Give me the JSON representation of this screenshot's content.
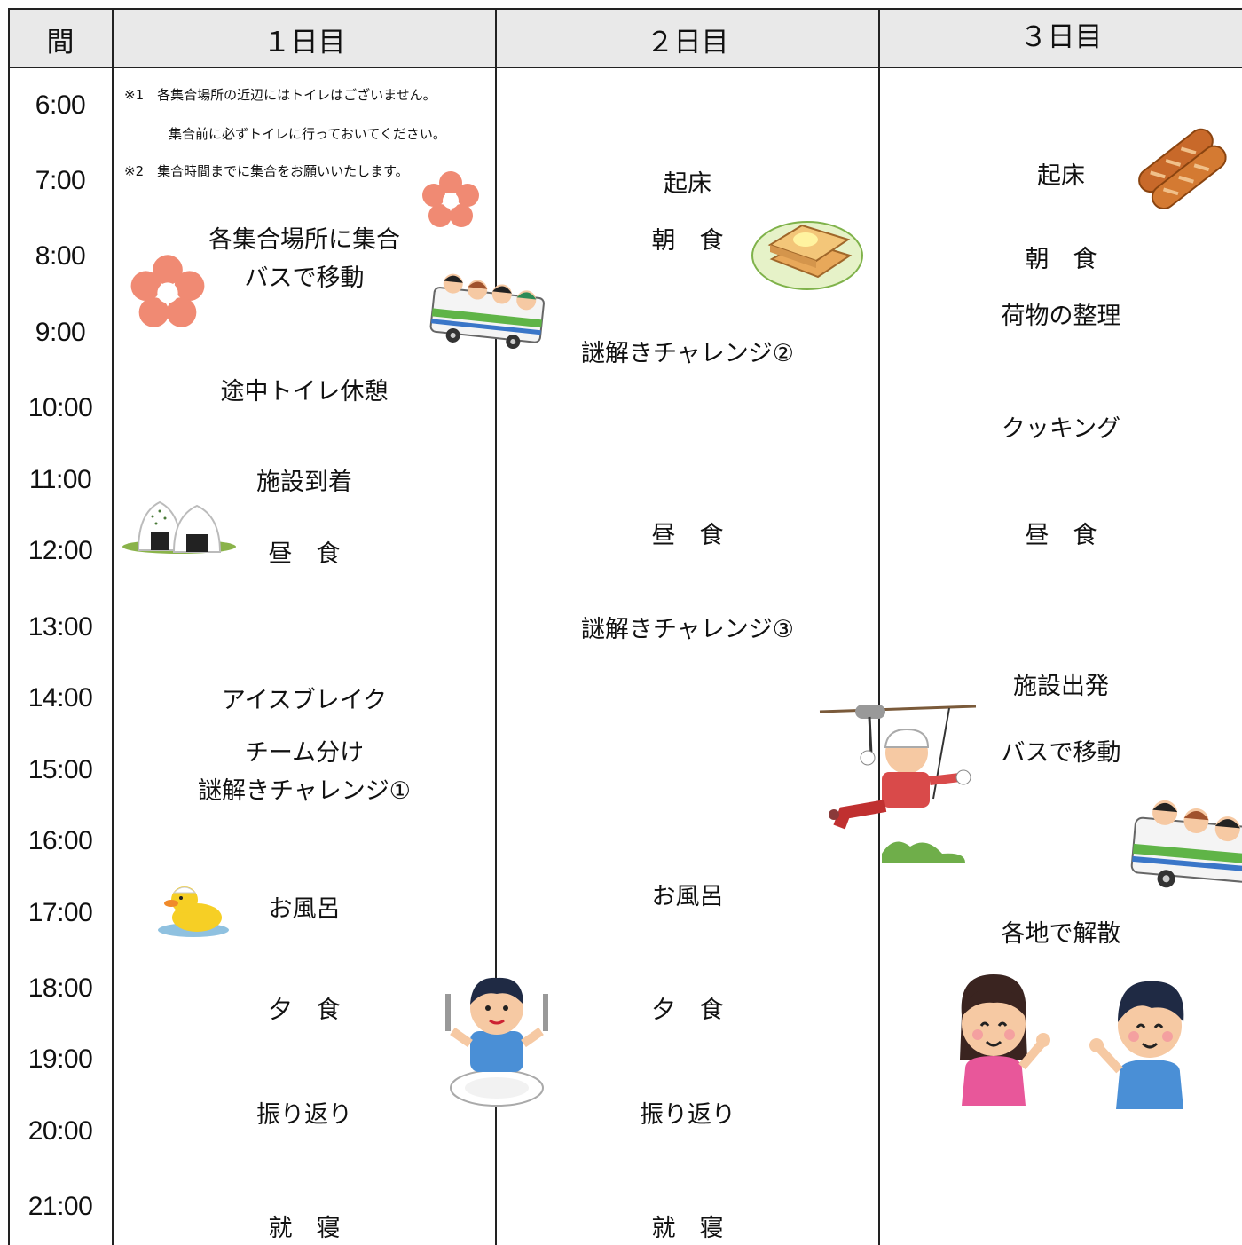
{
  "header": {
    "time_col": "間",
    "day1": "１日目",
    "day2": "２日目",
    "day3": "３日目"
  },
  "times": [
    "6:00",
    "7:00",
    "8:00",
    "9:00",
    "10:00",
    "11:00",
    "12:00",
    "13:00",
    "14:00",
    "15:00",
    "16:00",
    "17:00",
    "18:00",
    "19:00",
    "20:00",
    "21:00"
  ],
  "notes": {
    "note1": "※1　各集合場所の近辺にはトイレはございません。",
    "note1b": "集合前に必ずトイレに行っておいてください。",
    "note2": "※2　集合時間までに集合をお願いいたします。"
  },
  "day1": {
    "gather": "各集合場所に集合",
    "bus": "バスで移動",
    "toilet": "途中トイレ休憩",
    "arrive": "施設到着",
    "lunch": "昼　食",
    "icebreak": "アイスブレイク",
    "team": "チーム分け",
    "riddle1": "謎解きチャレンジ①",
    "bath": "お風呂",
    "dinner": "夕　食",
    "reflect": "振り返り",
    "sleep": "就　寝"
  },
  "day2": {
    "wake": "起床",
    "breakfast": "朝　食",
    "riddle2": "謎解きチャレンジ②",
    "lunch": "昼　食",
    "riddle3": "謎解きチャレンジ③",
    "bath": "お風呂",
    "dinner": "夕　食",
    "reflect": "振り返り",
    "sleep": "就　寝"
  },
  "day3": {
    "wake": "起床",
    "breakfast": "朝　食",
    "pack": "荷物の整理",
    "cooking": "クッキング",
    "lunch": "昼　食",
    "depart": "施設出発",
    "bus": "バスで移動",
    "dismiss": "各地で解散"
  },
  "icons": [
    "flower-icon",
    "bus-icon",
    "onigiri-icon",
    "duck-icon",
    "boy-eating-icon",
    "toast-icon",
    "zipline-icon",
    "bread-icon",
    "girl-waving-icon",
    "boy-waving-icon"
  ]
}
